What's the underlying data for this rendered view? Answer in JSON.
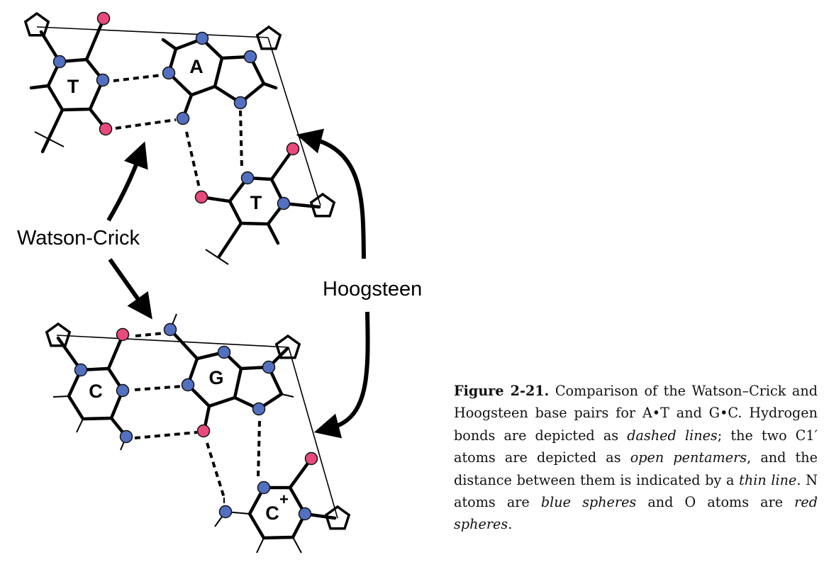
{
  "figure": {
    "bases": {
      "t1": "T",
      "a": "A",
      "t2": "T",
      "c": "C",
      "g": "G",
      "cplus": "C",
      "cplus_sup": "+"
    },
    "labels": {
      "watson_crick": "Watson-Crick",
      "hoogsteen": "Hoogsteen"
    },
    "colors": {
      "nitrogen": "#5370c0",
      "oxygen": "#e84a7c"
    }
  },
  "caption": {
    "title": "Figure 2-21.",
    "s1": " Comparison of the Watson–Crick and Hoogsteen base pairs for A•T and G•C. Hydrogen bonds are depicted as ",
    "i1": "dashed lines",
    "s2": "; the two C1′ atoms are depicted as ",
    "i2": "open pentamers",
    "s3": ", and the distance between them is indicated by a ",
    "i3": "thin line",
    "s4": ". N atoms are ",
    "i4": "blue spheres",
    "s5": " and O atoms are ",
    "i5": "red spheres",
    "s6": "."
  }
}
